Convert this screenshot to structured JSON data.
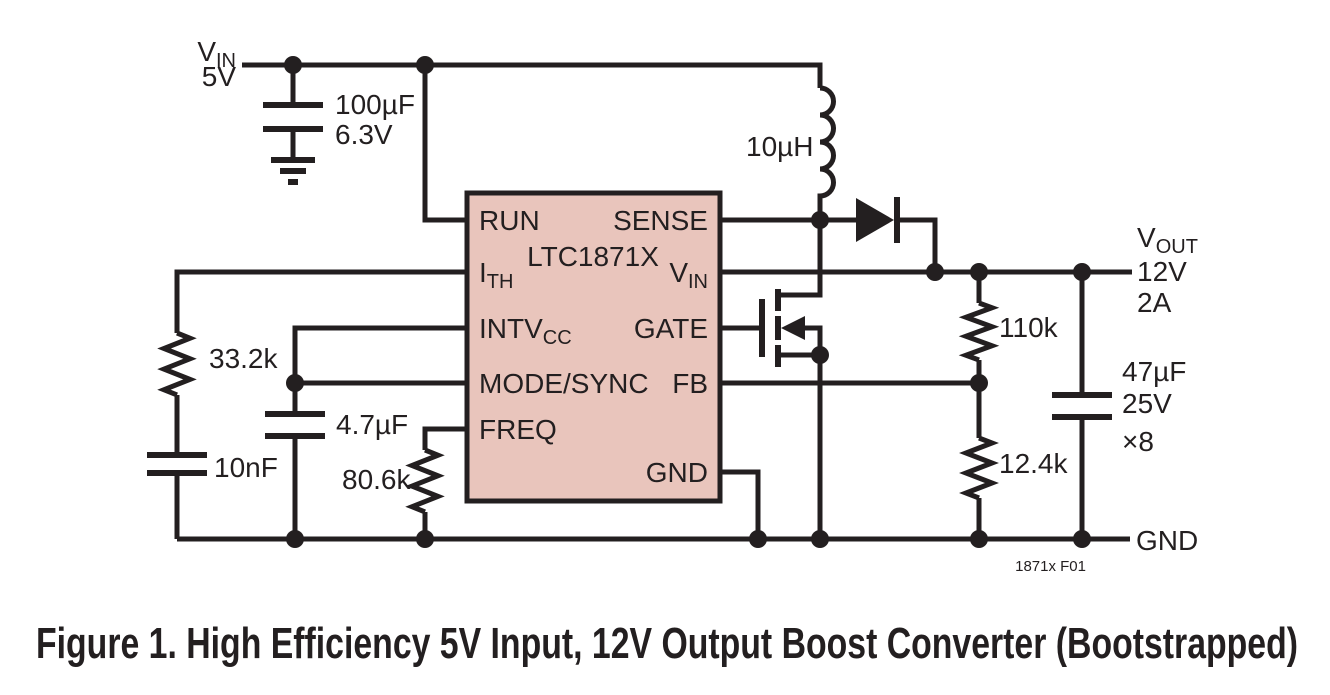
{
  "colors": {
    "ink": "#231f20",
    "ic_fill": "#e9c5bc"
  },
  "figure": {
    "caption": "Figure 1. High Efficiency 5V Input, 12V Output Boost Converter (Bootstrapped)",
    "ref": "1871x F01"
  },
  "ic": {
    "part": "LTC1871X",
    "pin_run": "RUN",
    "pin_ith_main": "I",
    "pin_ith_sub": "TH",
    "pin_intvcc_main": "INTV",
    "pin_intvcc_sub": "CC",
    "pin_modesync": "MODE/SYNC",
    "pin_freq": "FREQ",
    "pin_sense": "SENSE",
    "pin_vin_main": "V",
    "pin_vin_sub": "IN",
    "pin_gate": "GATE",
    "pin_fb": "FB",
    "pin_gnd": "GND"
  },
  "input_rail": {
    "name_main": "V",
    "name_sub": "IN",
    "voltage": "5V"
  },
  "output_rail": {
    "name_main": "V",
    "name_sub": "OUT",
    "voltage": "12V",
    "current": "2A",
    "gnd_label": "GND"
  },
  "components": {
    "cin_value": "100µF",
    "cin_rating": "6.3V",
    "l1_value": "10µH",
    "rith_value": "33.2k",
    "cith_value": "10nF",
    "cvcc_value": "4.7µF",
    "rfreq_value": "80.6k",
    "rfb_top_value": "110k",
    "rfb_bot_value": "12.4k",
    "cout_value": "47µF",
    "cout_rating": "25V",
    "cout_qty": "×8"
  }
}
